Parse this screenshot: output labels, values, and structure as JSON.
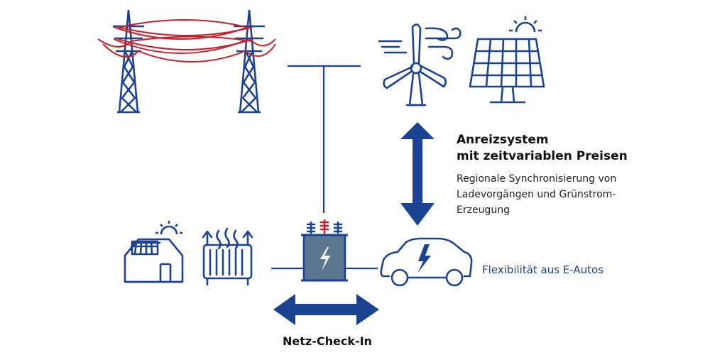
{
  "colors": {
    "primary": "#1b4391",
    "accent_red": "#c8202a",
    "transformer_fill": "#5d7791",
    "text_dark": "#111111",
    "text_blue": "#1b4391"
  },
  "icons": [
    "power-pylon-icon",
    "wind-turbine-icon",
    "solar-panel-icon",
    "house-with-solar-icon",
    "heat-pump-icon",
    "transformer-icon",
    "electric-car-icon"
  ],
  "labels": {
    "incentive_title_line1": "Anreizsystem",
    "incentive_title_line2": "mit zeitvariablen Preisen",
    "incentive_desc_line1": "Regionale Synchronisierung von",
    "incentive_desc_line2": "Ladevorgängen und Grünstrom-",
    "incentive_desc_line3": "Erzeugung",
    "ev_flexibility": "Flexibilität aus E-Autos",
    "grid_check_in": "Netz-Check-In"
  }
}
